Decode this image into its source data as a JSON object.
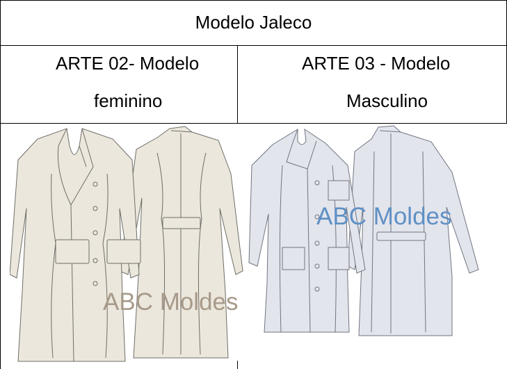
{
  "table": {
    "header": "Modelo Jaleco",
    "col1": {
      "line1": "ARTE 02- Modelo",
      "line2": "feminino"
    },
    "col2": {
      "line1": "ARTE 03 - Modelo",
      "line2": "Masculino"
    }
  },
  "figures": {
    "female": {
      "watermark": "ABC Moldes",
      "color": "#ece7dc"
    },
    "male": {
      "watermark": "ABC Moldes",
      "color": "#e3e5ec"
    }
  }
}
